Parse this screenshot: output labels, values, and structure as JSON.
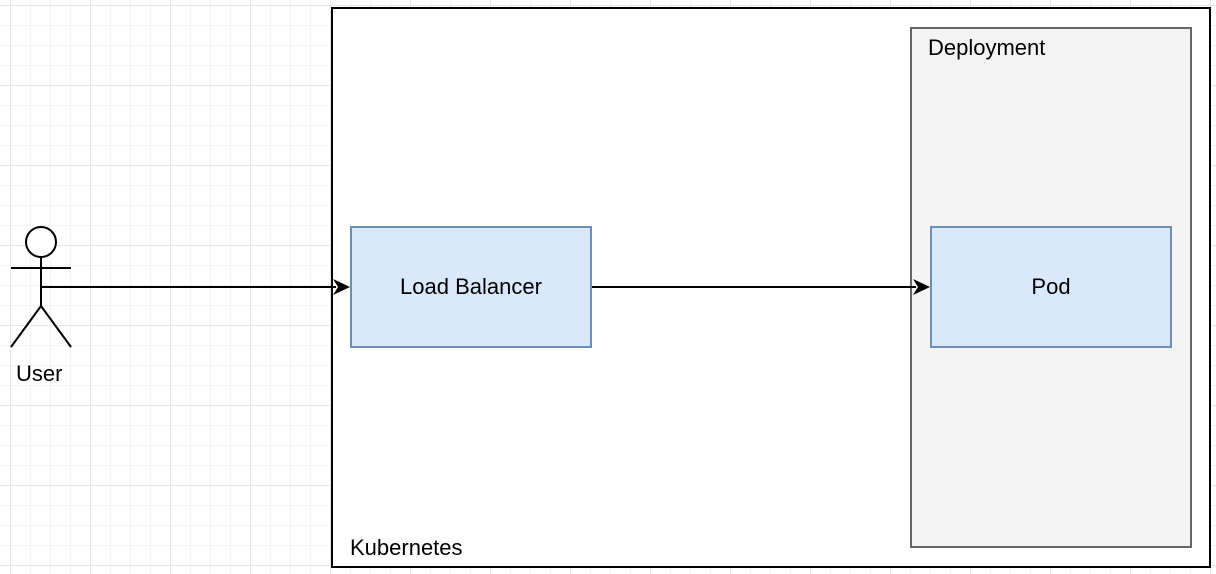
{
  "diagram": {
    "actor": {
      "label": "User"
    },
    "containers": {
      "kubernetes": {
        "label": "Kubernetes"
      },
      "deployment": {
        "label": "Deployment"
      }
    },
    "nodes": {
      "load_balancer": {
        "label": "Load Balancer"
      },
      "pod": {
        "label": "Pod"
      }
    },
    "edges": [
      {
        "from": "User",
        "to": "Load Balancer"
      },
      {
        "from": "Load Balancer",
        "to": "Pod"
      }
    ],
    "colors": {
      "node_fill": "#dae8fc",
      "node_stroke": "#6c8ebf",
      "deployment_fill": "#f4f4f4",
      "deployment_stroke": "#666666",
      "container_stroke": "#000000"
    }
  }
}
